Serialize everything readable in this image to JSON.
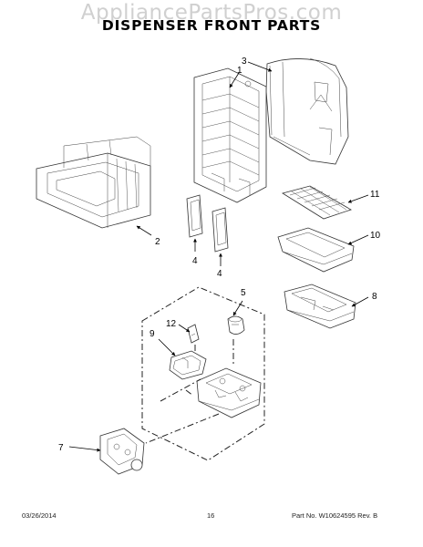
{
  "watermark": "AppliancePartsPros.com",
  "title": "DISPENSER FRONT PARTS",
  "callouts": {
    "c1": "1",
    "c2": "2",
    "c3": "3",
    "c4a": "4",
    "c4b": "4",
    "c5": "5",
    "c7": "7",
    "c8": "8",
    "c9": "9",
    "c10": "10",
    "c11": "11",
    "c12": "12"
  },
  "footer": {
    "date": "03/26/2014",
    "page": "16",
    "part_info": "Part No. W10624595  Rev. B"
  }
}
